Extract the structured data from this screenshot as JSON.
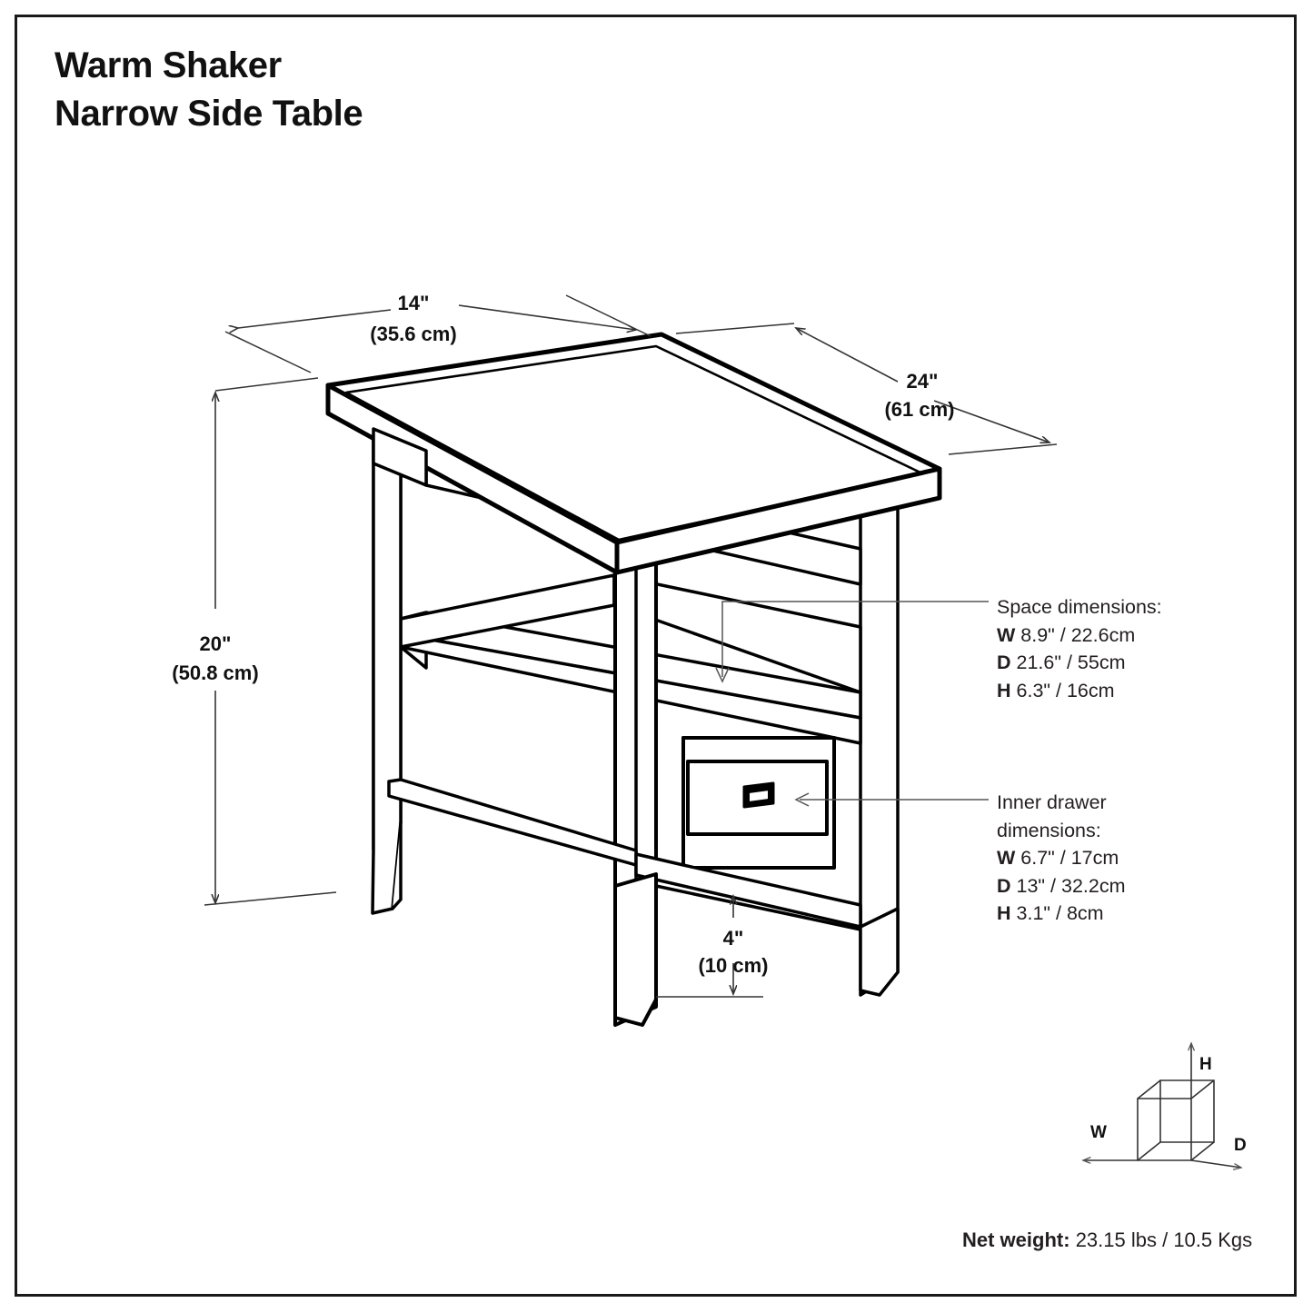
{
  "title": {
    "line1": "Warm Shaker",
    "line2": "Narrow Side Table"
  },
  "dimensions": {
    "width": {
      "inches": "14\"",
      "metric": "(35.6 cm)"
    },
    "depth": {
      "inches": "24\"",
      "metric": "(61 cm)"
    },
    "height": {
      "inches": "20\"",
      "metric": "(50.8 cm)"
    },
    "clearance": {
      "inches": "4\"",
      "metric": "(10 cm)"
    }
  },
  "space_dimensions": {
    "heading": "Space dimensions:",
    "w_label": "W",
    "w_value": "8.9\" / 22.6cm",
    "d_label": "D",
    "d_value": "21.6\" / 55cm",
    "h_label": "H",
    "h_value": "6.3\" / 16cm"
  },
  "drawer_dimensions": {
    "heading_line1": "Inner drawer",
    "heading_line2": "dimensions:",
    "w_label": "W",
    "w_value": "6.7\" / 17cm",
    "d_label": "D",
    "d_value": "13\" / 32.2cm",
    "h_label": "H",
    "h_value": "3.1\" / 8cm"
  },
  "legend": {
    "h": "H",
    "w": "W",
    "d": "D"
  },
  "net_weight": {
    "label": "Net weight:",
    "value": "23.15 lbs / 10.5 Kgs"
  }
}
